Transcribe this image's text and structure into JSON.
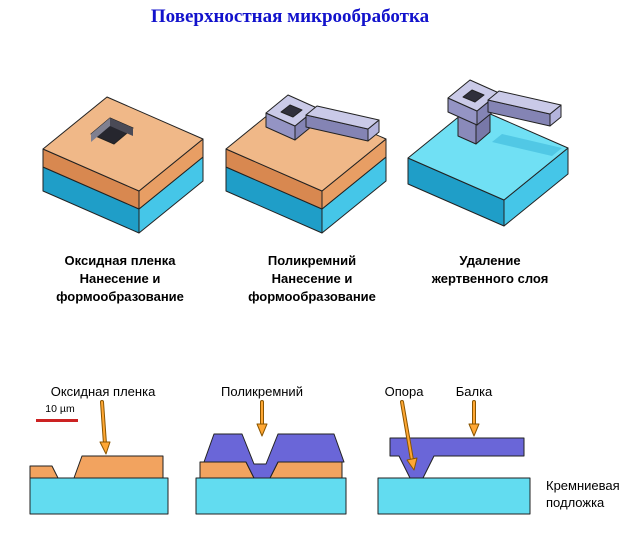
{
  "title": "Поверхностная микрообработка",
  "steps": [
    {
      "caption": "Оксидная пленка\nНанесение и\nформообразование"
    },
    {
      "caption": "Поликремний\nНанесение и\nформообразование"
    },
    {
      "caption": "Удаление\nжертвенного слоя"
    }
  ],
  "cross_section_labels": {
    "oxide": "Оксидная пленка",
    "polysilicon": "Поликремний",
    "support": "Опора",
    "beam": "Балка",
    "scale": "10 µm",
    "substrate": "Кремниевая подложка"
  },
  "colors": {
    "title_blue": "#1212CC",
    "substrate_cyan": "#62DCF0",
    "substrate_dark": "#1F9EC8",
    "oxide_orange": "#F2A35F",
    "oxide_top": "#F0B888",
    "polysilicon_blue": "#6A66D8",
    "polysilicon_gray": "#CACAE8",
    "arrow_orange": "#FFA733",
    "scale_red": "#CC2222"
  },
  "arrows": [
    {
      "name": "down-arrow-oxide"
    },
    {
      "name": "down-arrow-polysilicon"
    },
    {
      "name": "down-arrow-support"
    },
    {
      "name": "down-arrow-beam"
    }
  ]
}
